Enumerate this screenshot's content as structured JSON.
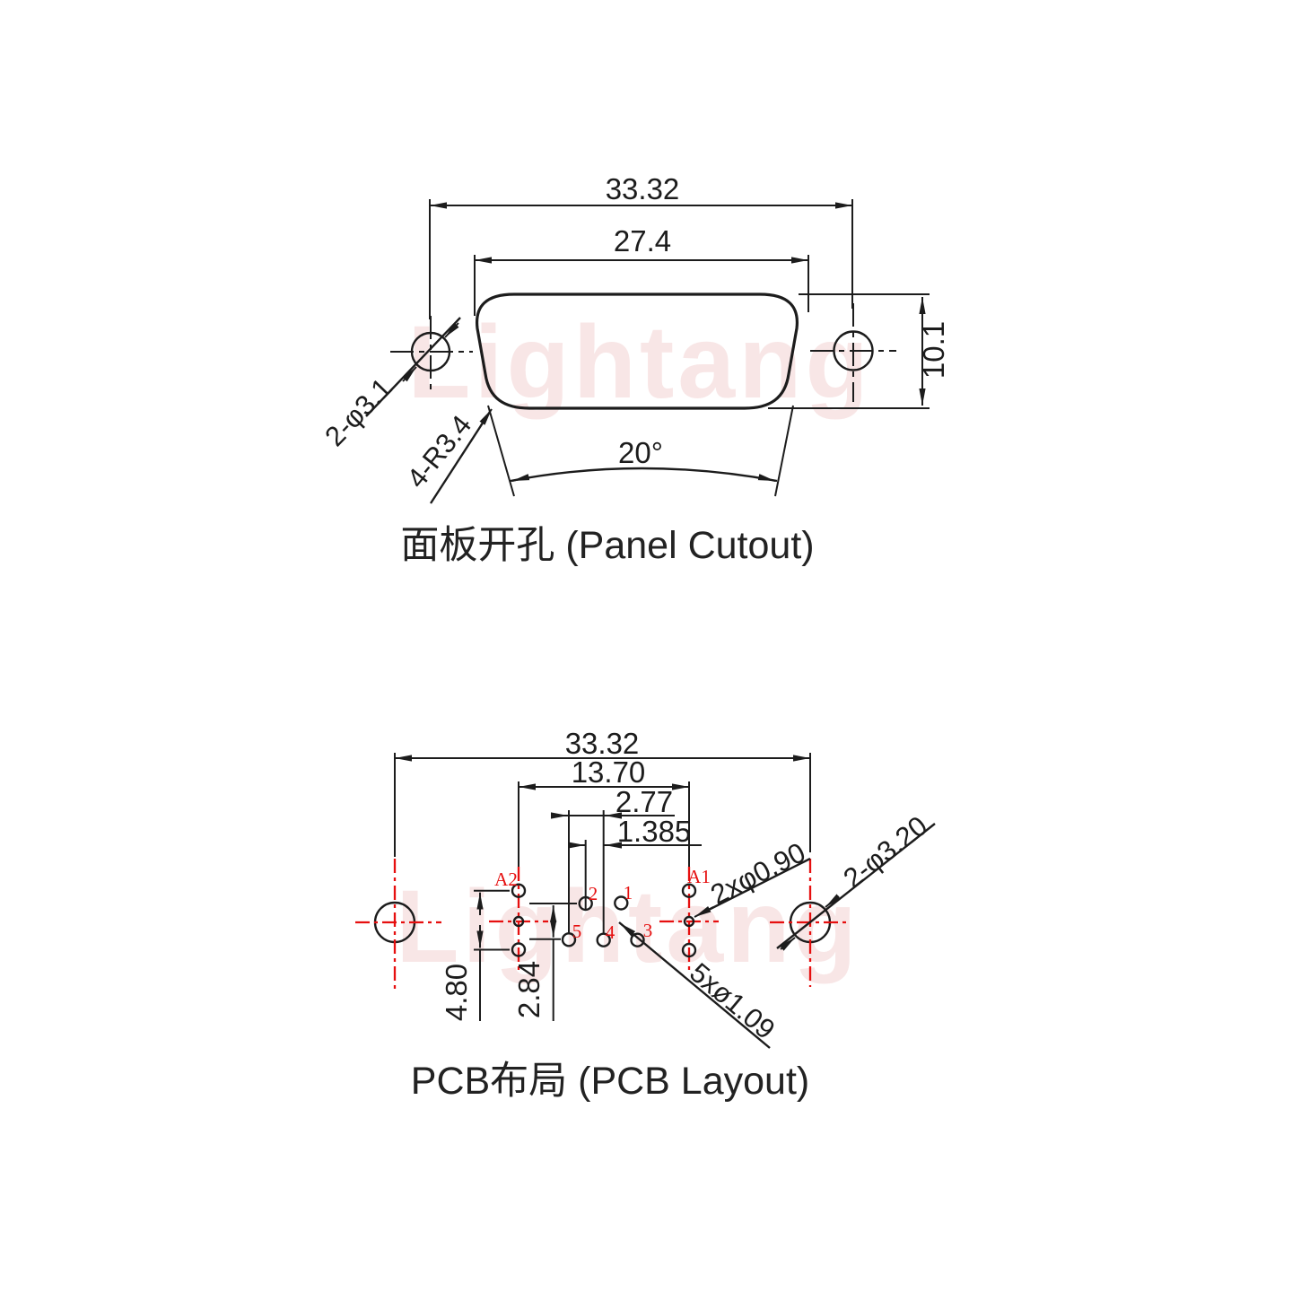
{
  "watermark": {
    "text": "Lightang"
  },
  "colors": {
    "line": "#1c1c1c",
    "red": "#e60f0f",
    "watermark": "#f3d2d2"
  },
  "panel": {
    "title": "面板开孔 (Panel Cutout)",
    "dim_outer": "33.32",
    "dim_inner": "27.4",
    "dim_height": "10.1",
    "dim_angle": "20°",
    "label_holes": "2-φ3.1",
    "label_corners": "4-R3.4"
  },
  "pcb": {
    "title": "PCB布局 (PCB Layout)",
    "dim_outer": "33.32",
    "dim_coax_pitch": "13.70",
    "dim_pin_pitch": "2.77",
    "dim_row_offset": "1.385",
    "dim_coax_span": "4.80",
    "dim_row_gap": "2.84",
    "label_signal_holes": "2xφ0.90",
    "label_mount_holes": "2-φ3.20",
    "label_pin_holes": "5xø1.09",
    "pins": {
      "a1": "A1",
      "a2": "A2",
      "p1": "1",
      "p2": "2",
      "p3": "3",
      "p4": "4",
      "p5": "5"
    }
  }
}
